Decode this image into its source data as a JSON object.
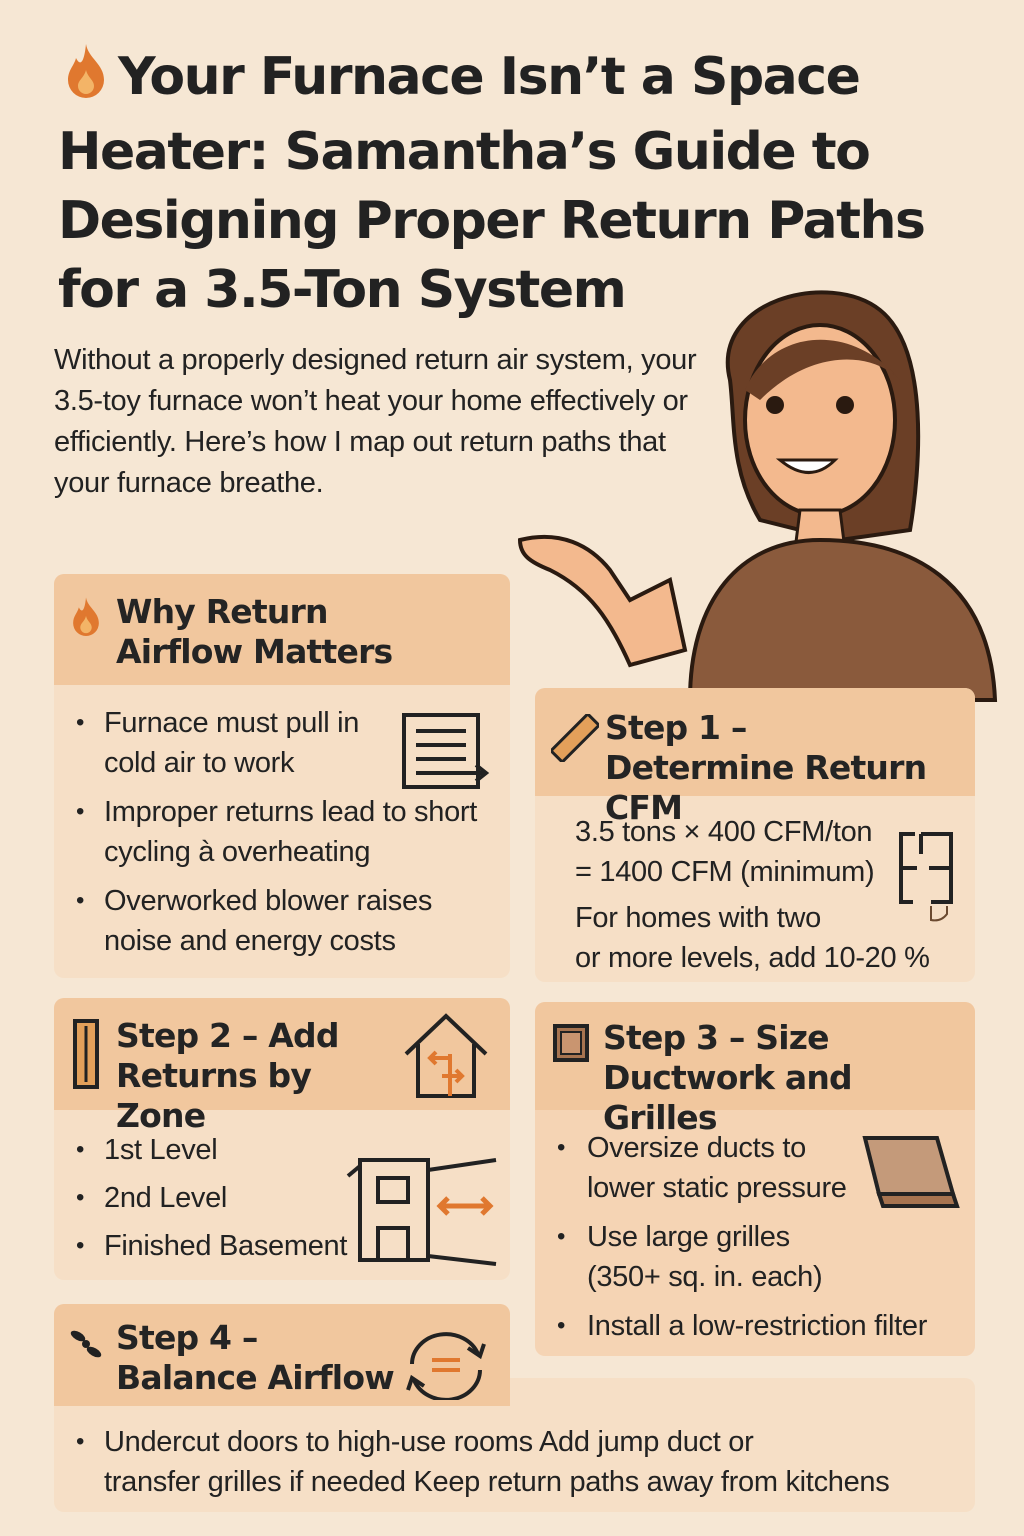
{
  "title": "Your Furnace Isn’t a Space Heater: Samantha’s Guide to Designing Proper Return Paths for a 3.5-Ton System",
  "intro": "Without a properly designed return air system, your 3.5-toy furnace won’t heat your home effectively or efficiently. Here’s how I map out return paths that your furnace breathe.",
  "colors": {
    "background": "#f6e7d4",
    "header": "#f1c79e",
    "card": "#f6dfc6",
    "accent": "#e0782f"
  },
  "why": {
    "title": "Why Return Airflow Matters",
    "icon": "flame-icon",
    "items": [
      "Furnace must pull in cold air to work",
      "Improper returns lead to short cycling à overheating",
      "Overworked blower raises noise and energy costs"
    ]
  },
  "step1": {
    "title": "Step 1 – Determine Return CFM",
    "icon": "ruler-icon",
    "line1": "3.5 tons × 400 CFM/ton",
    "line2": "= 1400 CFM (minimum)",
    "line3": "For homes with two",
    "line4": "or more levels, add 10-20 %"
  },
  "step2": {
    "title": "Step 2 – Add Returns by Zone",
    "icon": "grille-icon",
    "items": [
      "1st Level",
      "2nd Level",
      "Finished Basement"
    ]
  },
  "step3": {
    "title": "Step 3 – Size Ductwork and Grilles",
    "icon": "duct-icon",
    "items": [
      "Oversize ducts to lower static pressure",
      "Use large grilles (350+ sq. in. each)",
      "Install a low-restriction filter"
    ]
  },
  "step4": {
    "title": "Step 4 – Balance Airflow",
    "icon": "fan-icon",
    "line1": "Undercut doors to high-use rooms  Add jump duct or",
    "line2": "transfer grilles if needed   Keep return paths away from kitchens"
  }
}
